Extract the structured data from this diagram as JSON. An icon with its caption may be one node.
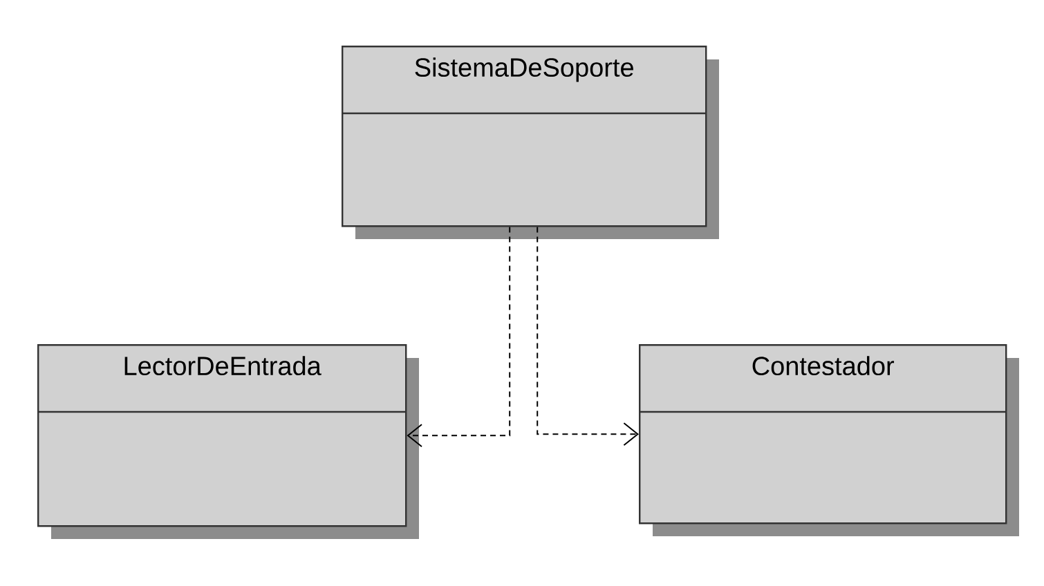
{
  "diagram": {
    "nodes": [
      {
        "text": [
          "SistemaDeSoporte"
        ]
      },
      {
        "text": [
          "LectorDeEntrada"
        ]
      },
      {
        "text": [
          "Contestador"
        ]
      }
    ],
    "edges": [
      {
        "from": 0,
        "to": 1,
        "arrow": "to",
        "style": "dashed"
      },
      {
        "from": 0,
        "to": 2,
        "arrow": "to",
        "style": "dashed"
      }
    ]
  }
}
